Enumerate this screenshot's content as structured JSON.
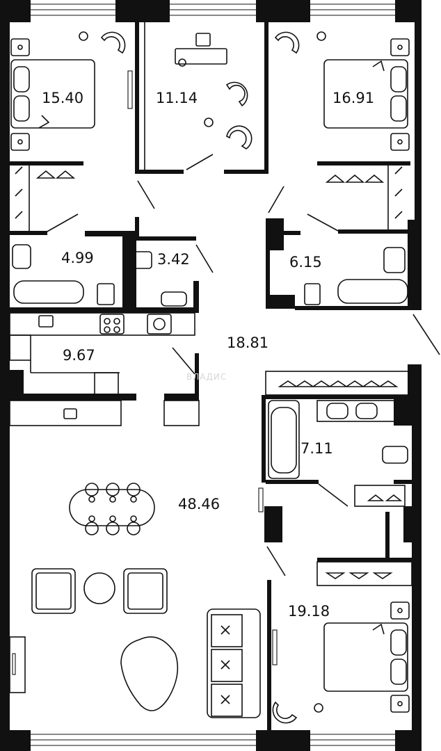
{
  "plan": {
    "watermark": "ВЛАДИС",
    "rooms": [
      {
        "id": "bedroom-nw",
        "area": "15.40"
      },
      {
        "id": "study",
        "area": "11.14"
      },
      {
        "id": "bedroom-ne",
        "area": "16.91"
      },
      {
        "id": "bathroom-w",
        "area": "4.99"
      },
      {
        "id": "wc",
        "area": "3.42"
      },
      {
        "id": "bathroom-e",
        "area": "6.15"
      },
      {
        "id": "hall",
        "area": "18.81"
      },
      {
        "id": "kitchen",
        "area": "9.67"
      },
      {
        "id": "bathroom-se",
        "area": "7.11"
      },
      {
        "id": "living",
        "area": "48.46"
      },
      {
        "id": "bedroom-se",
        "area": "19.18"
      }
    ]
  }
}
